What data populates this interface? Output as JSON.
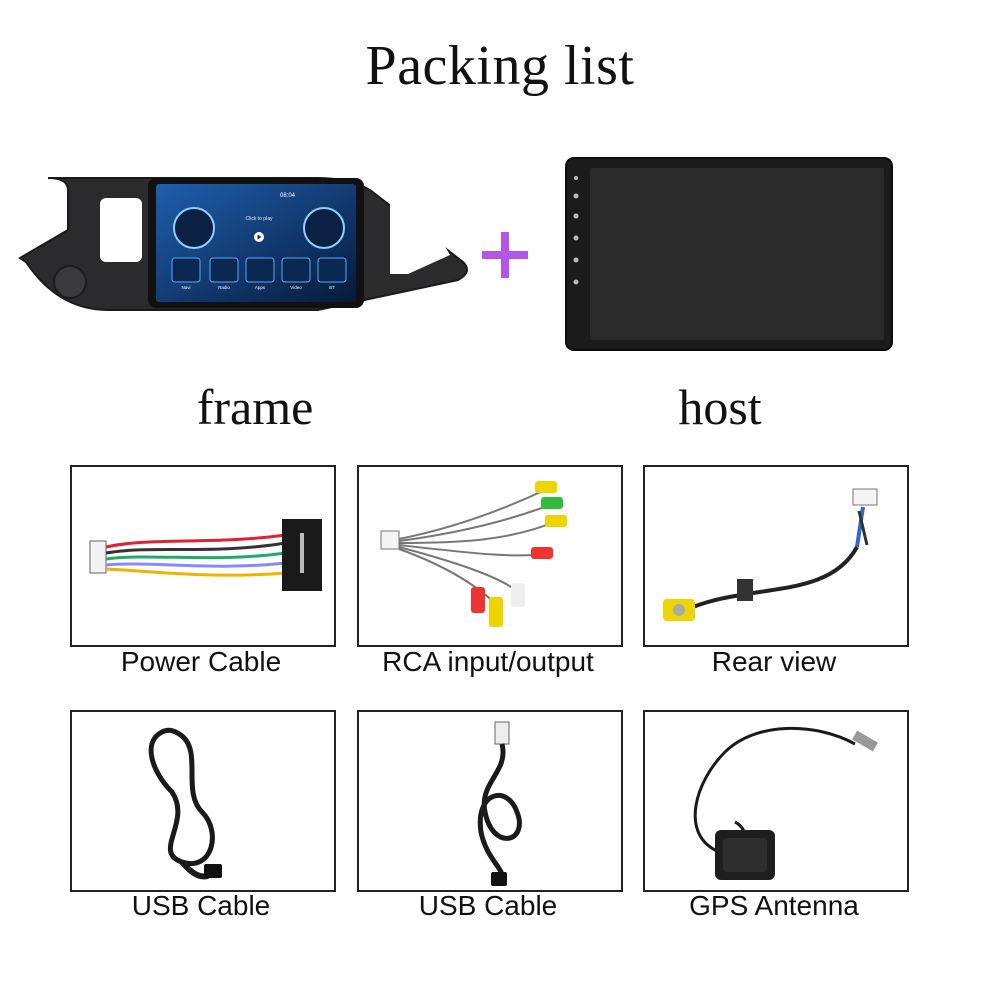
{
  "title": "Packing list",
  "frame_caption": "frame",
  "host_caption": "host",
  "frame_unit": {
    "status_time": "08:04",
    "click_to_play": "Click to play",
    "apps": [
      {
        "label": "Navi",
        "icon": "navigation-icon"
      },
      {
        "label": "Radio",
        "icon": "radio-icon"
      },
      {
        "label": "Apps",
        "icon": "apps-grid-icon"
      },
      {
        "label": "Video",
        "icon": "video-icon"
      },
      {
        "label": "BT",
        "icon": "bluetooth-icon"
      }
    ]
  },
  "plus_color": "#b455e8",
  "items": [
    {
      "label": "Power Cable"
    },
    {
      "label": "RCA input/output"
    },
    {
      "label": "Rear view"
    },
    {
      "label": "USB Cable"
    },
    {
      "label": "USB Cable"
    },
    {
      "label": "GPS Antenna"
    }
  ]
}
